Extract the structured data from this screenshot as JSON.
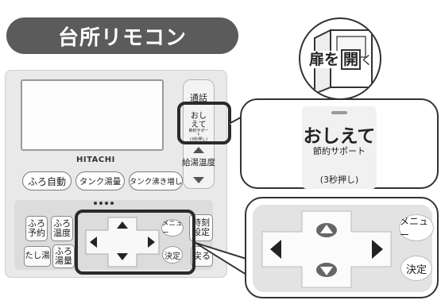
{
  "title": "台所リモコン",
  "door_callout": {
    "part1": "扉を",
    "part2": "開",
    "part3": "く"
  },
  "remote": {
    "brand": "HITACHI",
    "buttons": {
      "furo_jido": "ふろ自動",
      "tank_yuryo": "タンク湯量",
      "tank_wakimashi": "タンク沸き増し",
      "tsuwa": "通話",
      "oshiete": "おしえて",
      "setsuyaku_support": "節約サポート",
      "hold_3s": "(3秒押し)",
      "kyuto_ondo": "給湯温度",
      "furo_yoyaku": [
        "ふろ",
        "予約"
      ],
      "furo_ondo": [
        "ふろ",
        "温度"
      ],
      "tashiyu": "たし湯",
      "furo_onryo": [
        "ふろ",
        "湯量"
      ],
      "menu": "メニュー",
      "kettei": "決定",
      "jikoku_settei": [
        "時刻",
        "設定"
      ],
      "modoru": "戻る"
    }
  },
  "zoom_oshiete": {
    "label": "おしえて",
    "sub": "節約サポート",
    "hold": "(3秒押し)"
  },
  "zoom_dpad": {
    "menu": "メニュー",
    "kettei": "決定"
  }
}
